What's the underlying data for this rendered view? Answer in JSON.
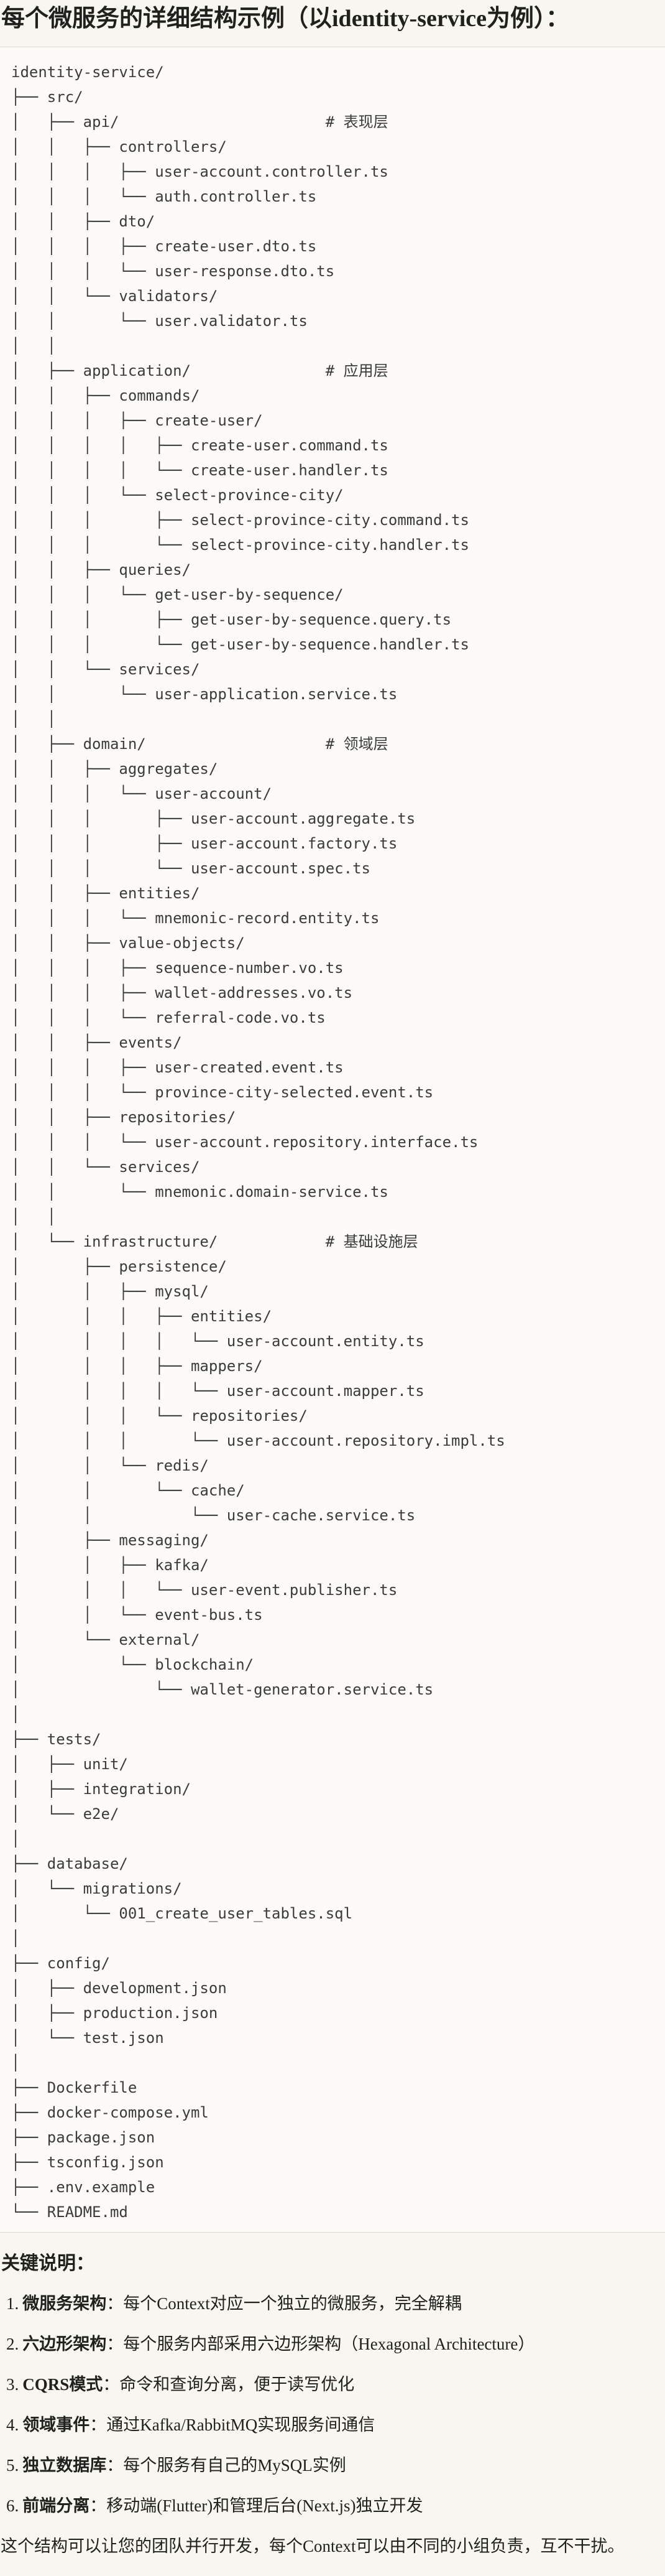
{
  "page": {
    "title": "每个微服务的详细结构示例（以identity-service为例）：",
    "notes_heading": "关键说明：",
    "closing_paragraph": "这个结构可以让您的团队并行开发，每个Context可以由不同的小组负责，互不干扰。"
  },
  "colors": {
    "page_background": "#f8f6f1",
    "code_background": "#fcfbf8",
    "code_border": "#dedbd4",
    "body_text": "#20201d",
    "code_text": "#3b3b38"
  },
  "code_block": {
    "root": "identity-service/",
    "layer_comments": [
      "# 表现层",
      "# 应用层",
      "# 领域层",
      "# 基础设施层"
    ],
    "tree_lines": [
      "identity-service/",
      "├── src/",
      "│   ├── api/                       # 表现层",
      "│   │   ├── controllers/",
      "│   │   │   ├── user-account.controller.ts",
      "│   │   │   └── auth.controller.ts",
      "│   │   ├── dto/",
      "│   │   │   ├── create-user.dto.ts",
      "│   │   │   └── user-response.dto.ts",
      "│   │   └── validators/",
      "│   │       └── user.validator.ts",
      "│   │",
      "│   ├── application/               # 应用层",
      "│   │   ├── commands/",
      "│   │   │   ├── create-user/",
      "│   │   │   │   ├── create-user.command.ts",
      "│   │   │   │   └── create-user.handler.ts",
      "│   │   │   └── select-province-city/",
      "│   │   │       ├── select-province-city.command.ts",
      "│   │   │       └── select-province-city.handler.ts",
      "│   │   ├── queries/",
      "│   │   │   └── get-user-by-sequence/",
      "│   │   │       ├── get-user-by-sequence.query.ts",
      "│   │   │       └── get-user-by-sequence.handler.ts",
      "│   │   └── services/",
      "│   │       └── user-application.service.ts",
      "│   │",
      "│   ├── domain/                    # 领域层",
      "│   │   ├── aggregates/",
      "│   │   │   └── user-account/",
      "│   │   │       ├── user-account.aggregate.ts",
      "│   │   │       ├── user-account.factory.ts",
      "│   │   │       └── user-account.spec.ts",
      "│   │   ├── entities/",
      "│   │   │   └── mnemonic-record.entity.ts",
      "│   │   ├── value-objects/",
      "│   │   │   ├── sequence-number.vo.ts",
      "│   │   │   ├── wallet-addresses.vo.ts",
      "│   │   │   └── referral-code.vo.ts",
      "│   │   ├── events/",
      "│   │   │   ├── user-created.event.ts",
      "│   │   │   └── province-city-selected.event.ts",
      "│   │   ├── repositories/",
      "│   │   │   └── user-account.repository.interface.ts",
      "│   │   └── services/",
      "│   │       └── mnemonic.domain-service.ts",
      "│   │",
      "│   └── infrastructure/            # 基础设施层",
      "│       ├── persistence/",
      "│       │   ├── mysql/",
      "│       │   │   ├── entities/",
      "│       │   │   │   └── user-account.entity.ts",
      "│       │   │   ├── mappers/",
      "│       │   │   │   └── user-account.mapper.ts",
      "│       │   │   └── repositories/",
      "│       │   │       └── user-account.repository.impl.ts",
      "│       │   └── redis/",
      "│       │       └── cache/",
      "│       │           └── user-cache.service.ts",
      "│       ├── messaging/",
      "│       │   ├── kafka/",
      "│       │   │   └── user-event.publisher.ts",
      "│       │   └── event-bus.ts",
      "│       └── external/",
      "│           └── blockchain/",
      "│               └── wallet-generator.service.ts",
      "│",
      "├── tests/",
      "│   ├── unit/",
      "│   ├── integration/",
      "│   └── e2e/",
      "│",
      "├── database/",
      "│   └── migrations/",
      "│       └── 001_create_user_tables.sql",
      "│",
      "├── config/",
      "│   ├── development.json",
      "│   ├── production.json",
      "│   └── test.json",
      "│",
      "├── Dockerfile",
      "├── docker-compose.yml",
      "├── package.json",
      "├── tsconfig.json",
      "├── .env.example",
      "└── README.md"
    ]
  },
  "notes": {
    "items": [
      {
        "num": "1.",
        "label": "微服务架构",
        "text": "：每个Context对应一个独立的微服务，完全解耦"
      },
      {
        "num": "2.",
        "label": "六边形架构",
        "text": "：每个服务内部采用六边形架构（Hexagonal Architecture）"
      },
      {
        "num": "3.",
        "label": "CQRS模式",
        "text": "：命令和查询分离，便于读写优化"
      },
      {
        "num": "4.",
        "label": "领域事件",
        "text": "：通过Kafka/RabbitMQ实现服务间通信"
      },
      {
        "num": "5.",
        "label": "独立数据库",
        "text": "：每个服务有自己的MySQL实例"
      },
      {
        "num": "6.",
        "label": "前端分离",
        "text": "：移动端(Flutter)和管理后台(Next.js)独立开发"
      }
    ]
  }
}
